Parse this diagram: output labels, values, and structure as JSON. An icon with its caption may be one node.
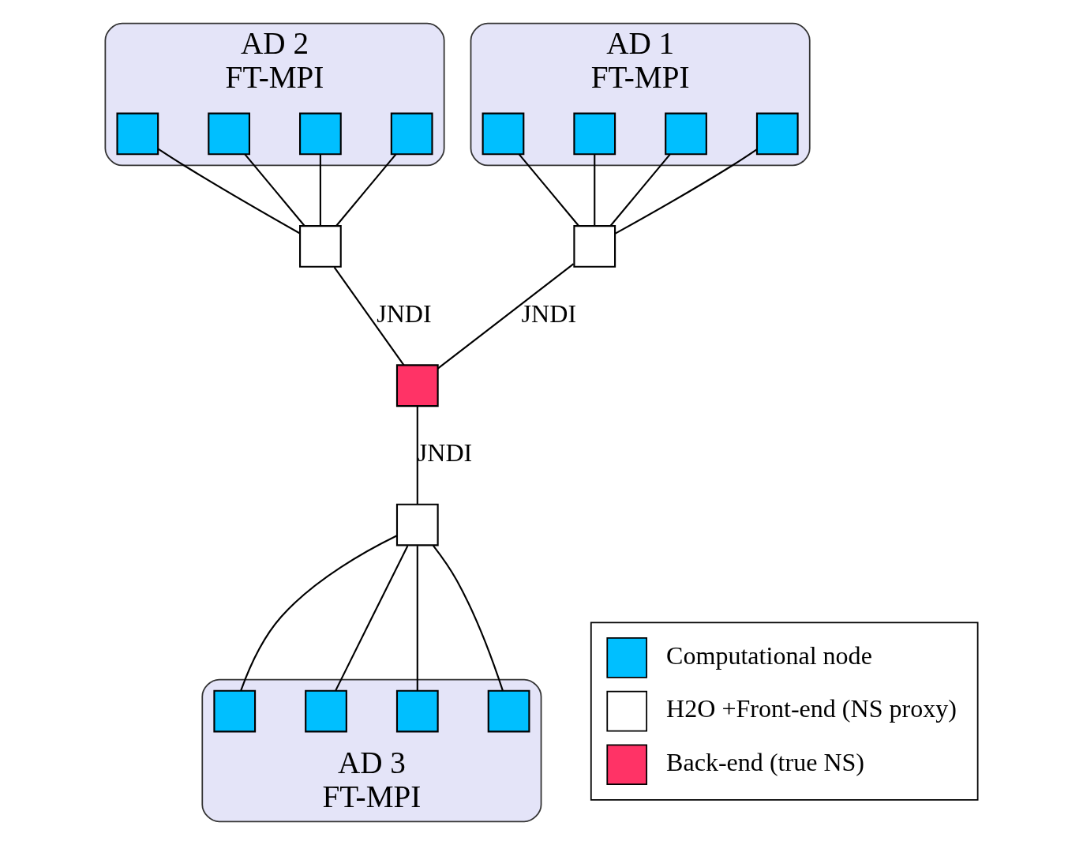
{
  "diagram": {
    "nodes": [
      {
        "text": [
          "AD 2",
          "FT-MPI"
        ]
      },
      {
        "text": [],
        "shape": "box",
        "in": 0
      },
      {
        "text": [],
        "shape": "box",
        "in": 0
      },
      {
        "text": [],
        "shape": "box",
        "in": 0
      },
      {
        "text": [],
        "shape": "box",
        "in": 0
      },
      {
        "text": [],
        "shape": "box"
      },
      {
        "text": [
          "AD 1",
          "FT-MPI"
        ]
      },
      {
        "text": [],
        "shape": "box",
        "in": 6
      },
      {
        "text": [],
        "shape": "box",
        "in": 6
      },
      {
        "text": [],
        "shape": "box",
        "in": 6
      },
      {
        "text": [],
        "shape": "box",
        "in": 6
      },
      {
        "text": [],
        "shape": "box"
      },
      {
        "text": [],
        "shape": "box"
      },
      {
        "text": [],
        "shape": "box"
      },
      {
        "text": [
          "AD 3",
          "FT-MPI"
        ]
      },
      {
        "text": [],
        "shape": "box",
        "in": 14
      },
      {
        "text": [],
        "shape": "box",
        "in": 14
      },
      {
        "text": [],
        "shape": "box",
        "in": 14
      },
      {
        "text": [],
        "shape": "box",
        "in": 14
      }
    ],
    "edges": [
      {
        "from": 1,
        "to": 5,
        "arrow": "none"
      },
      {
        "from": 2,
        "to": 5,
        "arrow": "none"
      },
      {
        "from": 3,
        "to": 5,
        "arrow": "none"
      },
      {
        "from": 4,
        "to": 5,
        "arrow": "none"
      },
      {
        "from": 7,
        "to": 11,
        "arrow": "none"
      },
      {
        "from": 8,
        "to": 11,
        "arrow": "none"
      },
      {
        "from": 9,
        "to": 11,
        "arrow": "none"
      },
      {
        "from": 10,
        "to": 11,
        "arrow": "none"
      },
      {
        "from": 5,
        "to": 12,
        "arrow": "none",
        "label": "JNDI"
      },
      {
        "from": 11,
        "to": 12,
        "arrow": "none",
        "label": "JNDI"
      },
      {
        "from": 12,
        "to": 13,
        "arrow": "none",
        "label": "JNDI"
      },
      {
        "from": 13,
        "to": 15,
        "arrow": "none"
      },
      {
        "from": 13,
        "to": 16,
        "arrow": "none"
      },
      {
        "from": 13,
        "to": 17,
        "arrow": "none"
      },
      {
        "from": 13,
        "to": 18,
        "arrow": "none"
      }
    ],
    "legend": [
      {
        "text": "Computational node",
        "color": "#00bfff"
      },
      {
        "text": "H2O +Front-end (NS proxy)",
        "color": "#ffffff"
      },
      {
        "text": "Back-end (true NS)",
        "color": "#ff3366"
      }
    ]
  }
}
